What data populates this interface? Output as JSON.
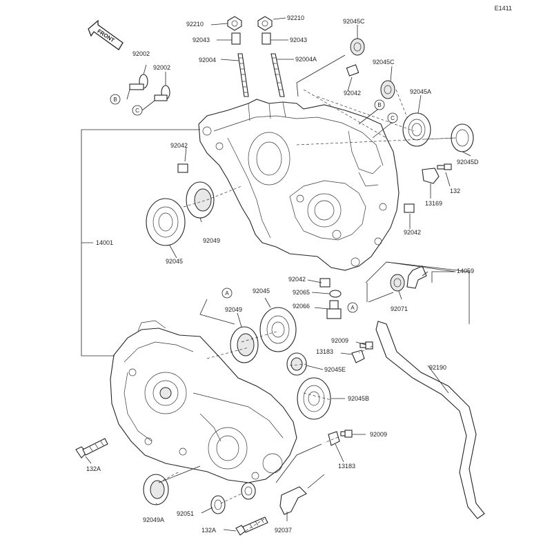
{
  "diagram_code": "E1411",
  "front_label": "FRONT",
  "ref_letters": {
    "a1": "A",
    "a2": "A",
    "b": "B",
    "c": "C",
    "b2": "B",
    "c2": "C"
  },
  "labels": {
    "p92210a": "92210",
    "p92210b": "92210",
    "p92043a": "92043",
    "p92043b": "92043",
    "p92004": "92004",
    "p92004a": "92004A",
    "p92045c_top": "92045C",
    "p92045c_2": "92045C",
    "p92002a": "92002",
    "p92002b": "92002",
    "p92042_top": "92042",
    "p92045a": "92045A",
    "p92045d": "92045D",
    "p92042_left": "92042",
    "p132": "132",
    "p13169": "13169",
    "p92042_right": "92042",
    "p14001": "14001",
    "p92049_top": "92049",
    "p92045_top": "92045",
    "p14059": "14059",
    "p92042_mid": "92042",
    "p92065": "92065",
    "p92066": "92066",
    "p92071": "92071",
    "p92049_mid": "92049",
    "p92045_mid": "92045",
    "p92009a": "92009",
    "p13183a": "13183",
    "p92045e": "92045E",
    "p92190": "92190",
    "p92045b": "92045B",
    "p92009b": "92009",
    "p13183b": "13183",
    "p132a_left": "132A",
    "p92049a": "92049A",
    "p92051": "92051",
    "p132a_bottom": "132A",
    "p92037": "92037"
  }
}
